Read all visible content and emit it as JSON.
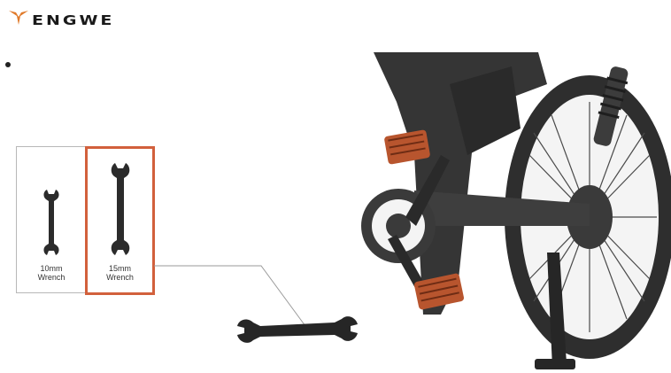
{
  "brand": {
    "name": "ENGWE",
    "logo_icon": "engwe-wing-logo-icon",
    "accent_color": "#e07a2a"
  },
  "wrenches": [
    {
      "label": "10mm\nWrench",
      "selected": false
    },
    {
      "label": "15mm\nWrench",
      "selected": true
    }
  ],
  "highlight_color": "#d2603c"
}
